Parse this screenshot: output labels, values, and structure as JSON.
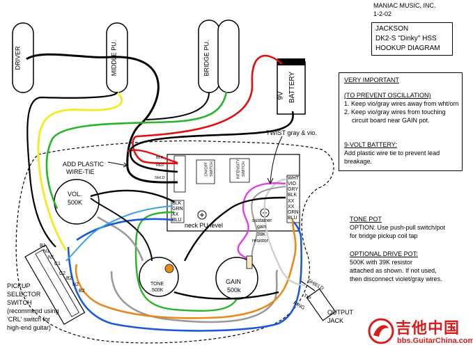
{
  "company": {
    "name": "MANIAC MUSIC, INC.",
    "date": "1-2-02"
  },
  "title_box": {
    "line1": "JACKSON",
    "line2": "DK2-S \"Dinky\" HSS",
    "line3": "HOOKUP DIAGRAM"
  },
  "pickups": {
    "driver": "DRIVER",
    "middle": "MIDDLE PU.",
    "bridge": "BRIDGE PU."
  },
  "battery": {
    "line1": "9V",
    "line2": "BATTERY"
  },
  "important": {
    "heading": "VERY IMPORTANT",
    "sub": "(TO PREVENT OSCILLATION)",
    "item1a": "1. Keep vio/gray wires away from wht/orn",
    "item2a": "2. Keep vio/gray wires from touching",
    "item2b": "circuit board near GAIN pot.",
    "battery_heading": "9-VOLT BATTERY:",
    "battery_line1": "Add plastic wire tie to prevent lead",
    "battery_line2": "breakage."
  },
  "labels": {
    "twist": "TWIST gray & vio.",
    "add_plastic_1": "ADD PLASTIC",
    "add_plastic_2": "WIRE-TIE",
    "vol_1": "VOL.",
    "vol_2": "500K",
    "tone_1": "TONE",
    "tone_2": "500K",
    "gain_1": "GAIN",
    "gain_2": "500k",
    "neck_level": "neck PU level",
    "sustainer_1": "sustainer",
    "sustainer_2": "gain",
    "resistor_1": "39K",
    "resistor_2": "resistor",
    "on_off_1": "ON/OFF",
    "on_off_2": "SWITCH",
    "intensity_1": "INTENSITY",
    "intensity_2": "SWITCH",
    "shield": "SHIELD",
    "tip": "TIP",
    "ring": "RING",
    "output_1": "OUTPUT",
    "output_2": "JACK"
  },
  "board_pins_left": [
    "BLK",
    "RED",
    "SHLD"
  ],
  "board_pins_right": [
    "WHT",
    "VIO",
    "GRY",
    "BLK",
    "XX",
    "XX",
    "ORN",
    "BLU"
  ],
  "board_pins_lower": [
    "BLK",
    "GRN",
    "XX",
    "BLU"
  ],
  "switch_labels": [
    "B1",
    "N1",
    "N1",
    "C1",
    "B2",
    "C2",
    "N2",
    "B2"
  ],
  "pickup_switch": {
    "line1": "PICKUP",
    "line2": "SELECTOR",
    "line3": "SWITCH",
    "line4": "(recommend using",
    "line5": "'CRL' switch for",
    "line6": "high-end guitar)"
  },
  "tone_pot_note": {
    "heading": "TONE POT",
    "line1": "OPTION: Use push-pull switch/pot",
    "line2": "for bridge pickup coil tap"
  },
  "drive_pot_note": {
    "heading": "OPTIONAL DRIVE POT:",
    "line1": "500K with 39K resistor",
    "line2": "attached as shown.  If not used,",
    "line3": "then disconnect violet/gray wires."
  },
  "watermark": {
    "chinese": "吉他中国",
    "site": "bbs.GuitarChina.com"
  },
  "colors": {
    "black": "#000000",
    "red": "#e01010",
    "green": "#28b428",
    "yellow": "#f2ea2a",
    "blue": "#1a5ad8",
    "lightblue": "#3ca0e6",
    "orange": "#e88a1a",
    "gray": "#9a9a9a",
    "violet": "#e040e0",
    "white_wire": "#dddddd",
    "logo": "#d81c1c"
  }
}
